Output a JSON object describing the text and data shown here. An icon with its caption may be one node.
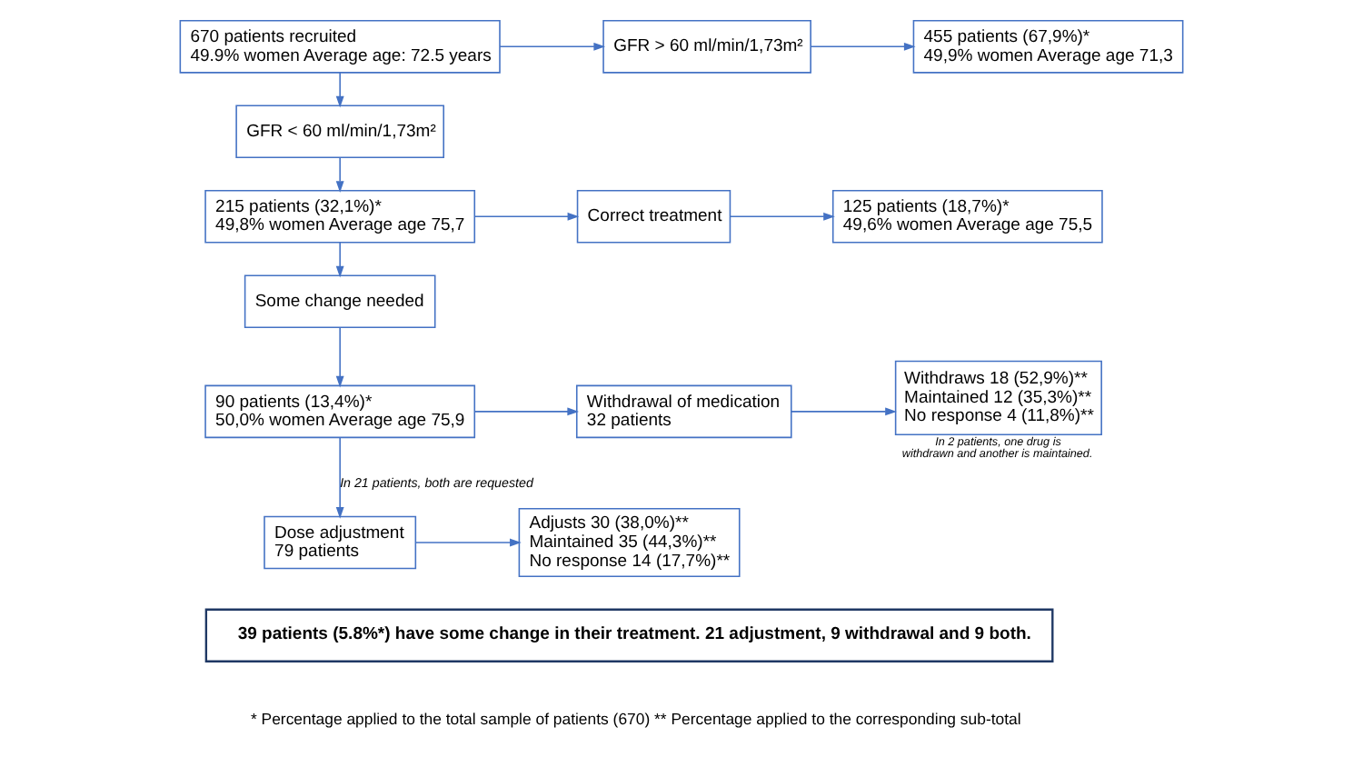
{
  "diagram": {
    "nodes": [
      {
        "text": [
          "670 patients recruited",
          "49.9% women Average age: 72.5 years"
        ]
      },
      {
        "text": [
          "GFR > 60 ml/min/1,73m²"
        ]
      },
      {
        "text": [
          "455 patients (67,9%)*",
          "49,9% women Average age 71,3"
        ]
      },
      {
        "text": [
          "GFR < 60 ml/min/1,73m²"
        ]
      },
      {
        "text": [
          "215 patients (32,1%)*",
          "49,8% women Average age 75,7"
        ]
      },
      {
        "text": [
          "Correct treatment"
        ]
      },
      {
        "text": [
          "125 patients (18,7%)*",
          "49,6% women Average age 75,5"
        ]
      },
      {
        "text": [
          "Some change needed"
        ]
      },
      {
        "text": [
          "90 patients (13,4%)*",
          "50,0% women Average age 75,9"
        ]
      },
      {
        "text": [
          "Withdrawal of medication",
          "32 patients"
        ]
      },
      {
        "text": [
          "Withdraws 18 (52,9%)**",
          "Maintained 12 (35,3%)**",
          "No response 4 (11,8%)**"
        ],
        "beside": [
          "In 2 patients, one drug is withdrawn and another is maintained."
        ]
      },
      {
        "text": [
          "Dose adjustment",
          "79 patients"
        ]
      },
      {
        "text": [
          "Adjusts 30 (38,0%)**",
          "Maintained 35 (44,3%)**",
          "No response 14 (17,7%)**"
        ]
      },
      {
        "text": [
          "39 patients (5.8%*) have some change in their treatment. 21 adjustment, 9 withdrawal and 9 both."
        ]
      }
    ],
    "edges": [
      {
        "from": 0,
        "to": 1,
        "arrow": "to"
      },
      {
        "from": 1,
        "to": 2,
        "arrow": "to"
      },
      {
        "from": 0,
        "to": 3,
        "arrow": "to"
      },
      {
        "from": 3,
        "to": 4,
        "arrow": "to"
      },
      {
        "from": 4,
        "to": 5,
        "arrow": "to"
      },
      {
        "from": 5,
        "to": 6,
        "arrow": "to"
      },
      {
        "from": 4,
        "to": 7,
        "arrow": "to"
      },
      {
        "from": 7,
        "to": 8,
        "arrow": "to"
      },
      {
        "from": 8,
        "to": 9,
        "arrow": "to"
      },
      {
        "from": 9,
        "to": 10,
        "arrow": "to"
      },
      {
        "from": 8,
        "to": 11,
        "arrow": "to",
        "label": "In 21 patients, both are requested"
      },
      {
        "from": 11,
        "to": 12,
        "arrow": "to"
      }
    ],
    "labels": [
      "* Percentage applied to the total sample of patients (670) ** Percentage applied to the corresponding sub-total"
    ]
  }
}
